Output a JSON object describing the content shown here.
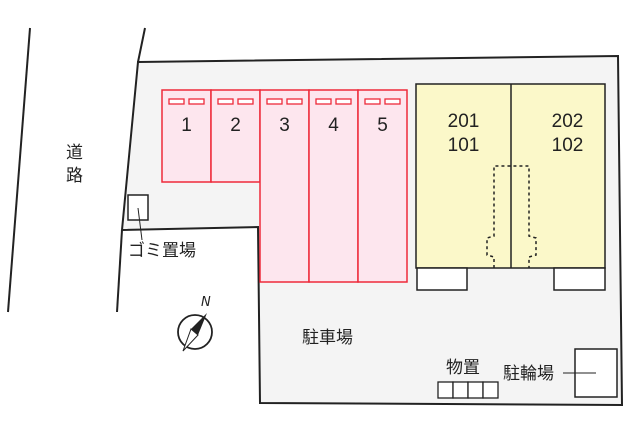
{
  "road_label": [
    "道",
    "路"
  ],
  "garbage_label": "ゴミ置場",
  "parking_label": "駐車場",
  "storage_label": "物置",
  "bicycle_label": "駐輪場",
  "compass_label": "N",
  "parking_slots": [
    "1",
    "2",
    "3",
    "4",
    "5"
  ],
  "units": [
    {
      "upper": "201",
      "lower": "101"
    },
    {
      "upper": "202",
      "lower": "102"
    }
  ],
  "colors": {
    "lot": "#f4f4f4",
    "parking_fill": "#fde6ee",
    "parking_stroke": "#ee2a3a",
    "building": "#fbf8c9"
  }
}
